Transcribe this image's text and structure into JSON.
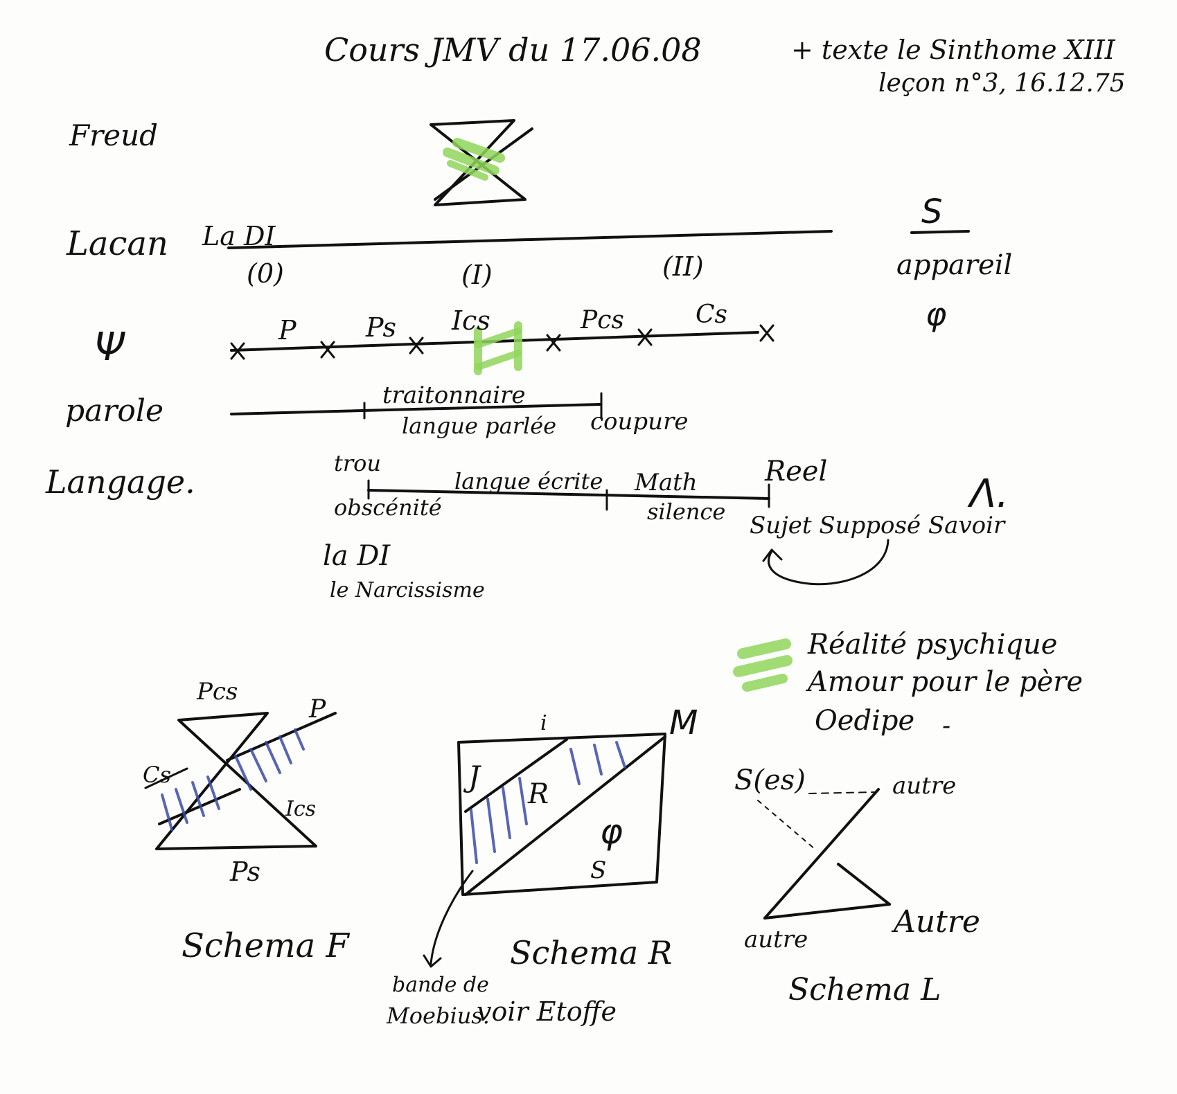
{
  "header": {
    "title": "Cours JMV du 17.06.08",
    "ref_line1": "+ texte le Sinthome XIII",
    "ref_line2": "leçon n°3, 16.12.75"
  },
  "rows": {
    "freud": "Freud",
    "lacan": "Lacan",
    "psi": "Ψ",
    "parole": "parole",
    "langage": "Langage."
  },
  "lacan_line": {
    "start": "La DI",
    "period_0": "(0)",
    "period_1": "(I)",
    "period_2": "(II)"
  },
  "apparatus": {
    "symbol": "S",
    "label": "appareil",
    "psi": "φ"
  },
  "psi_line": {
    "p": "P",
    "ps": "Ps",
    "ics": "Ics",
    "pcs": "Pcs",
    "cs": "Cs"
  },
  "parole_line": {
    "above": "traitonnaire",
    "below": "langue parlée",
    "end": "coupure"
  },
  "langage_line": {
    "start_top": "trou",
    "start_bottom": "obscénité",
    "middle": "langue écrite",
    "math_top": "Math",
    "math_bottom": "silence",
    "end": "Reel",
    "lambda": "Λ.",
    "sujet": "Sujet Supposé Savoir"
  },
  "bottom_left_note": {
    "line1": "la DI",
    "line2": "le Narcissisme"
  },
  "green_note": {
    "line1": "Réalité psychique",
    "line2": "Amour pour le père",
    "line3": "Oedipe",
    "dash": "-"
  },
  "schema_f": {
    "title": "Schema F",
    "pcs": "Pcs",
    "p": "P",
    "cs": "Cs",
    "ics": "Ics",
    "ps": "Ps"
  },
  "schema_r": {
    "title": "Schema R",
    "i": "i",
    "m": "M",
    "symbol_j": "J",
    "symbol_r": "R",
    "symbol_phi": "φ",
    "symbol_s": "S",
    "note_line1": "bande de",
    "note_line2": "Moebius.",
    "note_line3": "voir Etoffe"
  },
  "schema_l": {
    "title": "Schema L",
    "s": "S(es)",
    "autre_small_top": "autre",
    "autre_small_bottom": "autre",
    "autre_big": "Autre"
  },
  "colors": {
    "ink": "#111111",
    "blue_hatch": "#3b4aa8",
    "green_marker": "#8fd65a"
  }
}
